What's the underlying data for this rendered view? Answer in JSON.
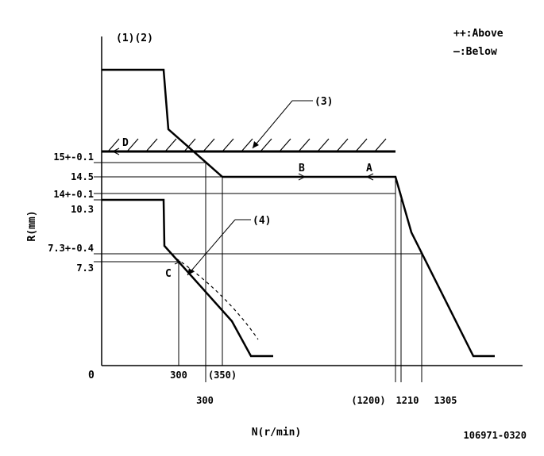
{
  "legend": {
    "above": "++:Above",
    "below": "—:Below"
  },
  "header_marks": "(1)(2)",
  "callouts": {
    "c3": "(3)",
    "c4": "(4)"
  },
  "points": {
    "a": "A",
    "b": "B",
    "c": "C",
    "d": "D"
  },
  "axes": {
    "origin": "0",
    "x_label": "N(r/min)",
    "y_label": "R(mm)"
  },
  "y_labels": [
    "15+-0.1",
    "14.5",
    "14+-0.1",
    "10.3",
    "7.3+-0.4",
    "7.3"
  ],
  "x_labels": [
    "300",
    "(350)",
    "300",
    "(1200)",
    "1210",
    "1305"
  ],
  "diagram_id": "106971-0320"
}
